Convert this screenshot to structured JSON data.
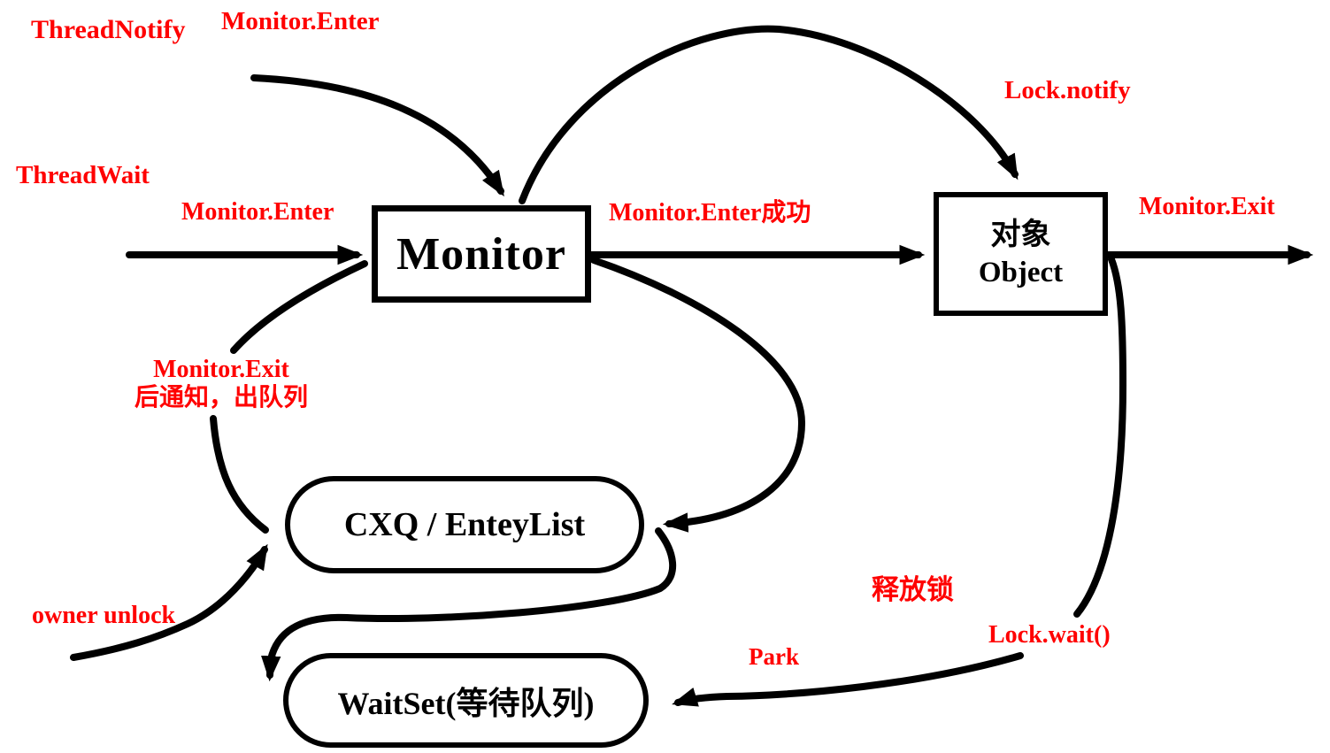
{
  "diagram": {
    "colors": {
      "line": "#000000",
      "label": "#FF0000",
      "background": "#FFFFFF"
    },
    "nodes": {
      "monitor": {
        "label": "Monitor"
      },
      "object": {
        "label_zh": "对象",
        "label_en": "Object"
      },
      "cxq": {
        "label": "CXQ / EnteyList"
      },
      "waitset": {
        "label": "WaitSet(等待队列)"
      }
    },
    "labels": {
      "thread_notify": "ThreadNotify",
      "monitor_enter_top": "Monitor.Enter",
      "thread_wait": "ThreadWait",
      "monitor_enter_left": "Monitor.Enter",
      "monitor_enter_success": "Monitor.Enter成功",
      "lock_notify": "Lock.notify",
      "monitor_exit_right": "Monitor.Exit",
      "monitor_exit_mid_line1": "Monitor.Exit",
      "monitor_exit_mid_line2": "后通知，出队列",
      "owner_unlock": "owner unlock",
      "release_lock": "释放锁",
      "lock_wait": "Lock.wait()",
      "park": "Park"
    },
    "edges": [
      {
        "from": "left-edge",
        "to": "monitor",
        "label": "Monitor.Enter",
        "note": "ThreadWait entry line"
      },
      {
        "from": "top-left",
        "to": "monitor",
        "label": "Monitor.Enter",
        "note": "ThreadNotify entry curve"
      },
      {
        "from": "monitor",
        "to": "object",
        "label": "Monitor.Enter成功"
      },
      {
        "from": "monitor",
        "to": "object",
        "label": "Lock.notify",
        "note": "arc over the top"
      },
      {
        "from": "object",
        "to": "right-edge",
        "label": "Monitor.Exit"
      },
      {
        "from": "monitor",
        "to": "cxq",
        "label": ""
      },
      {
        "from": "monitor-entry",
        "to": "cxq",
        "label": "Monitor.Exit 后通知，出队列"
      },
      {
        "from": "bottom-left",
        "to": "cxq",
        "label": "owner unlock"
      },
      {
        "from": "cxq",
        "to": "waitset",
        "label": ""
      },
      {
        "from": "object",
        "to": "waitset",
        "label": "释放锁 Lock.wait() Park"
      }
    ]
  }
}
